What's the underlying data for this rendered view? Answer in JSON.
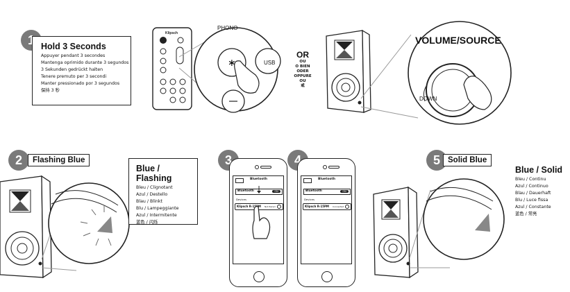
{
  "step1": {
    "number": "1",
    "title": "Hold 3 Seconds",
    "lines": [
      "Appuyer pendant 3 secondes",
      "Mantenga oprimido durante 3 segundos",
      "3 Sekunden gedrückt halten",
      "Tenere premuto per 3 secondi",
      "Manter pressionado por 3 segundos",
      "保持 3 秒"
    ]
  },
  "remote": {
    "brand": "Klipsch",
    "phono_label": "PHONO",
    "usb_label": "USB"
  },
  "or_block": {
    "title": "OR",
    "lines": [
      "OU",
      "O BIEN",
      "ODER",
      "OPPURE",
      "OU",
      "或"
    ]
  },
  "speaker_top": {
    "volume_source_label": "VOLUME/SOURCE",
    "down_label": "DOWN"
  },
  "step2": {
    "number": "2",
    "tab_label": "Flashing Blue",
    "title": "Blue / Flashing",
    "lines": [
      "Bleu / Clignotant",
      "Azul / Destello",
      "Blau / Blinkt",
      "Blu / Lampeggiante",
      "Azul / Intermitente",
      "蓝色 / 闪烁"
    ]
  },
  "step3": {
    "number": "3",
    "header": "Bluetooth",
    "toggle_row": "Bluetooth",
    "toggle_state": "ON",
    "devices_label": "Devices",
    "device_name": "Klipsch R-15PM",
    "device_status": "Not Paired"
  },
  "step4": {
    "number": "4",
    "header": "Bluetooth",
    "toggle_row": "Bluetooth",
    "toggle_state": "ON",
    "devices_label": "Devices",
    "device_name": "Klipsch R-15PM",
    "device_status": "Connected"
  },
  "step5": {
    "number": "5",
    "tab_label": "Solid Blue",
    "title": "Blue / Solid",
    "lines": [
      "Bleu / Continu",
      "Azul / Continuo",
      "Blau / Dauerhaft",
      "Blu / Luce fissa",
      "Azul / Constante",
      "蓝色 / 常亮"
    ]
  }
}
